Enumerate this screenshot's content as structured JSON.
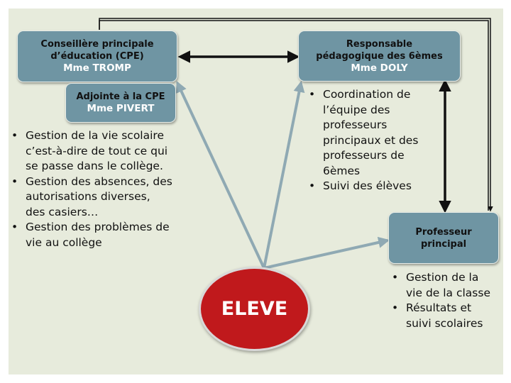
{
  "cpe_box": {
    "line1": "Conseillère principale",
    "line2": "d’éducation (CPE)",
    "name": "Mme TROMP"
  },
  "adjointe_box": {
    "line1": "Adjointe à la CPE",
    "name": "Mme PIVERT"
  },
  "responsable_box": {
    "line1": "Responsable",
    "line2": "pédagogique des 6èmes",
    "name": "Mme DOLY"
  },
  "professeur_box": {
    "line1": "Professeur",
    "line2": "principal"
  },
  "eleve": {
    "label": "ELEVE"
  },
  "cpe_tasks": [
    "Gestion de la vie scolaire c’est-à-dire de tout ce qui se passe dans le collège.",
    "Gestion des absences, des autorisations diverses, des casiers…",
    "Gestion des problèmes de vie au collège"
  ],
  "responsable_tasks": [
    "Coordination de l’équipe des professeurs principaux et des professeurs de 6èmes",
    "Suivi des élèves"
  ],
  "professeur_tasks": [
    "Gestion de la vie de la classe",
    "Résultats et suivi scolaires"
  ],
  "colors": {
    "background": "#e7ebdc",
    "box_fill": "#6f95a3",
    "eleve_fill": "#c0191c",
    "arrow_dark": "#111111",
    "arrow_light": "#8fa9b3"
  }
}
